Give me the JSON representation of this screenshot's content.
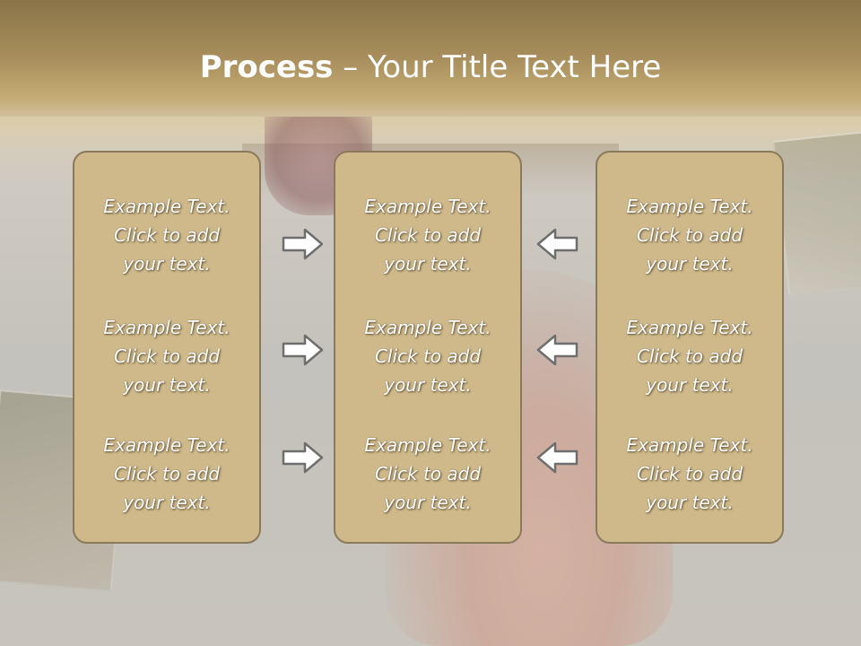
{
  "slide": {
    "title_bold": "Process",
    "title_rest": " – Your Title Text Here"
  },
  "columns": [
    {
      "blocks": [
        {
          "line1": "Example Text.",
          "line2": "Click  to add",
          "line3": "your text."
        },
        {
          "line1": "Example Text.",
          "line2": "Click  to add",
          "line3": "your text."
        },
        {
          "line1": "Example Text.",
          "line2": "Click  to add",
          "line3": "your text."
        }
      ]
    },
    {
      "blocks": [
        {
          "line1": "Example Text.",
          "line2": "Click  to add",
          "line3": "your text."
        },
        {
          "line1": "Example Text.",
          "line2": "Click  to add",
          "line3": "your text."
        },
        {
          "line1": "Example Text.",
          "line2": "Click  to add",
          "line3": "your text."
        }
      ]
    },
    {
      "blocks": [
        {
          "line1": "Example Text.",
          "line2": "Click  to add",
          "line3": "your text."
        },
        {
          "line1": "Example Text.",
          "line2": "Click  to add",
          "line3": "your text."
        },
        {
          "line1": "Example Text.",
          "line2": "Click  to add",
          "line3": "your text."
        }
      ]
    }
  ],
  "arrows": {
    "left_group": "right-arrow-icon",
    "right_group": "left-arrow-icon"
  },
  "colors": {
    "panel_fill": "#cfb98b",
    "panel_border": "#8a7a5c",
    "header_band": "#a88e5c",
    "arrow_fill": "#ffffff",
    "arrow_stroke": "#6e6e6e"
  }
}
